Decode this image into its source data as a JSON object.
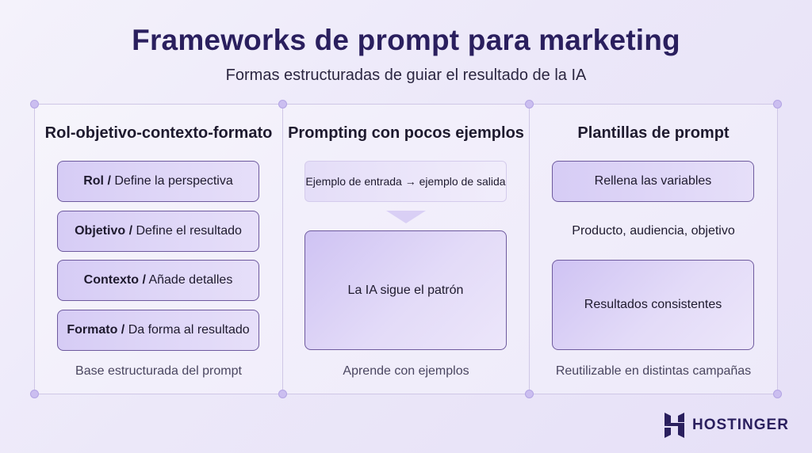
{
  "header": {
    "title": "Frameworks de prompt para marketing",
    "subtitle": "Formas estructuradas de guiar el resultado de la IA"
  },
  "columns": [
    {
      "title": "Rol-objetivo-contexto-formato",
      "items": [
        {
          "bold": "Rol /",
          "text": "Define la perspectiva"
        },
        {
          "bold": "Objetivo /",
          "text": "Define el resultado"
        },
        {
          "bold": "Contexto /",
          "text": "Añade detalles"
        },
        {
          "bold": "Formato /",
          "text": "Da forma al resultado"
        }
      ],
      "caption": "Base estructurada del prompt"
    },
    {
      "title": "Prompting con pocos ejemplos",
      "example": "Ejemplo de entrada → ejemplo de salida",
      "result": "La IA sigue el patrón",
      "caption": "Aprende con ejemplos"
    },
    {
      "title": "Plantillas de prompt",
      "step1": "Rellena las variables",
      "variables": "Producto, audiencia, objetivo",
      "step2": "Resultados consistentes",
      "caption": "Reutilizable en distintas campañas"
    }
  ],
  "brand": {
    "name": "HOSTINGER",
    "logo_icon": "hostinger-h-logo",
    "color": "#2a1f5e"
  },
  "colors": {
    "accent": "#6e5a9e",
    "box_fill": "#dcd2f6",
    "background": "#eeeaf9"
  }
}
